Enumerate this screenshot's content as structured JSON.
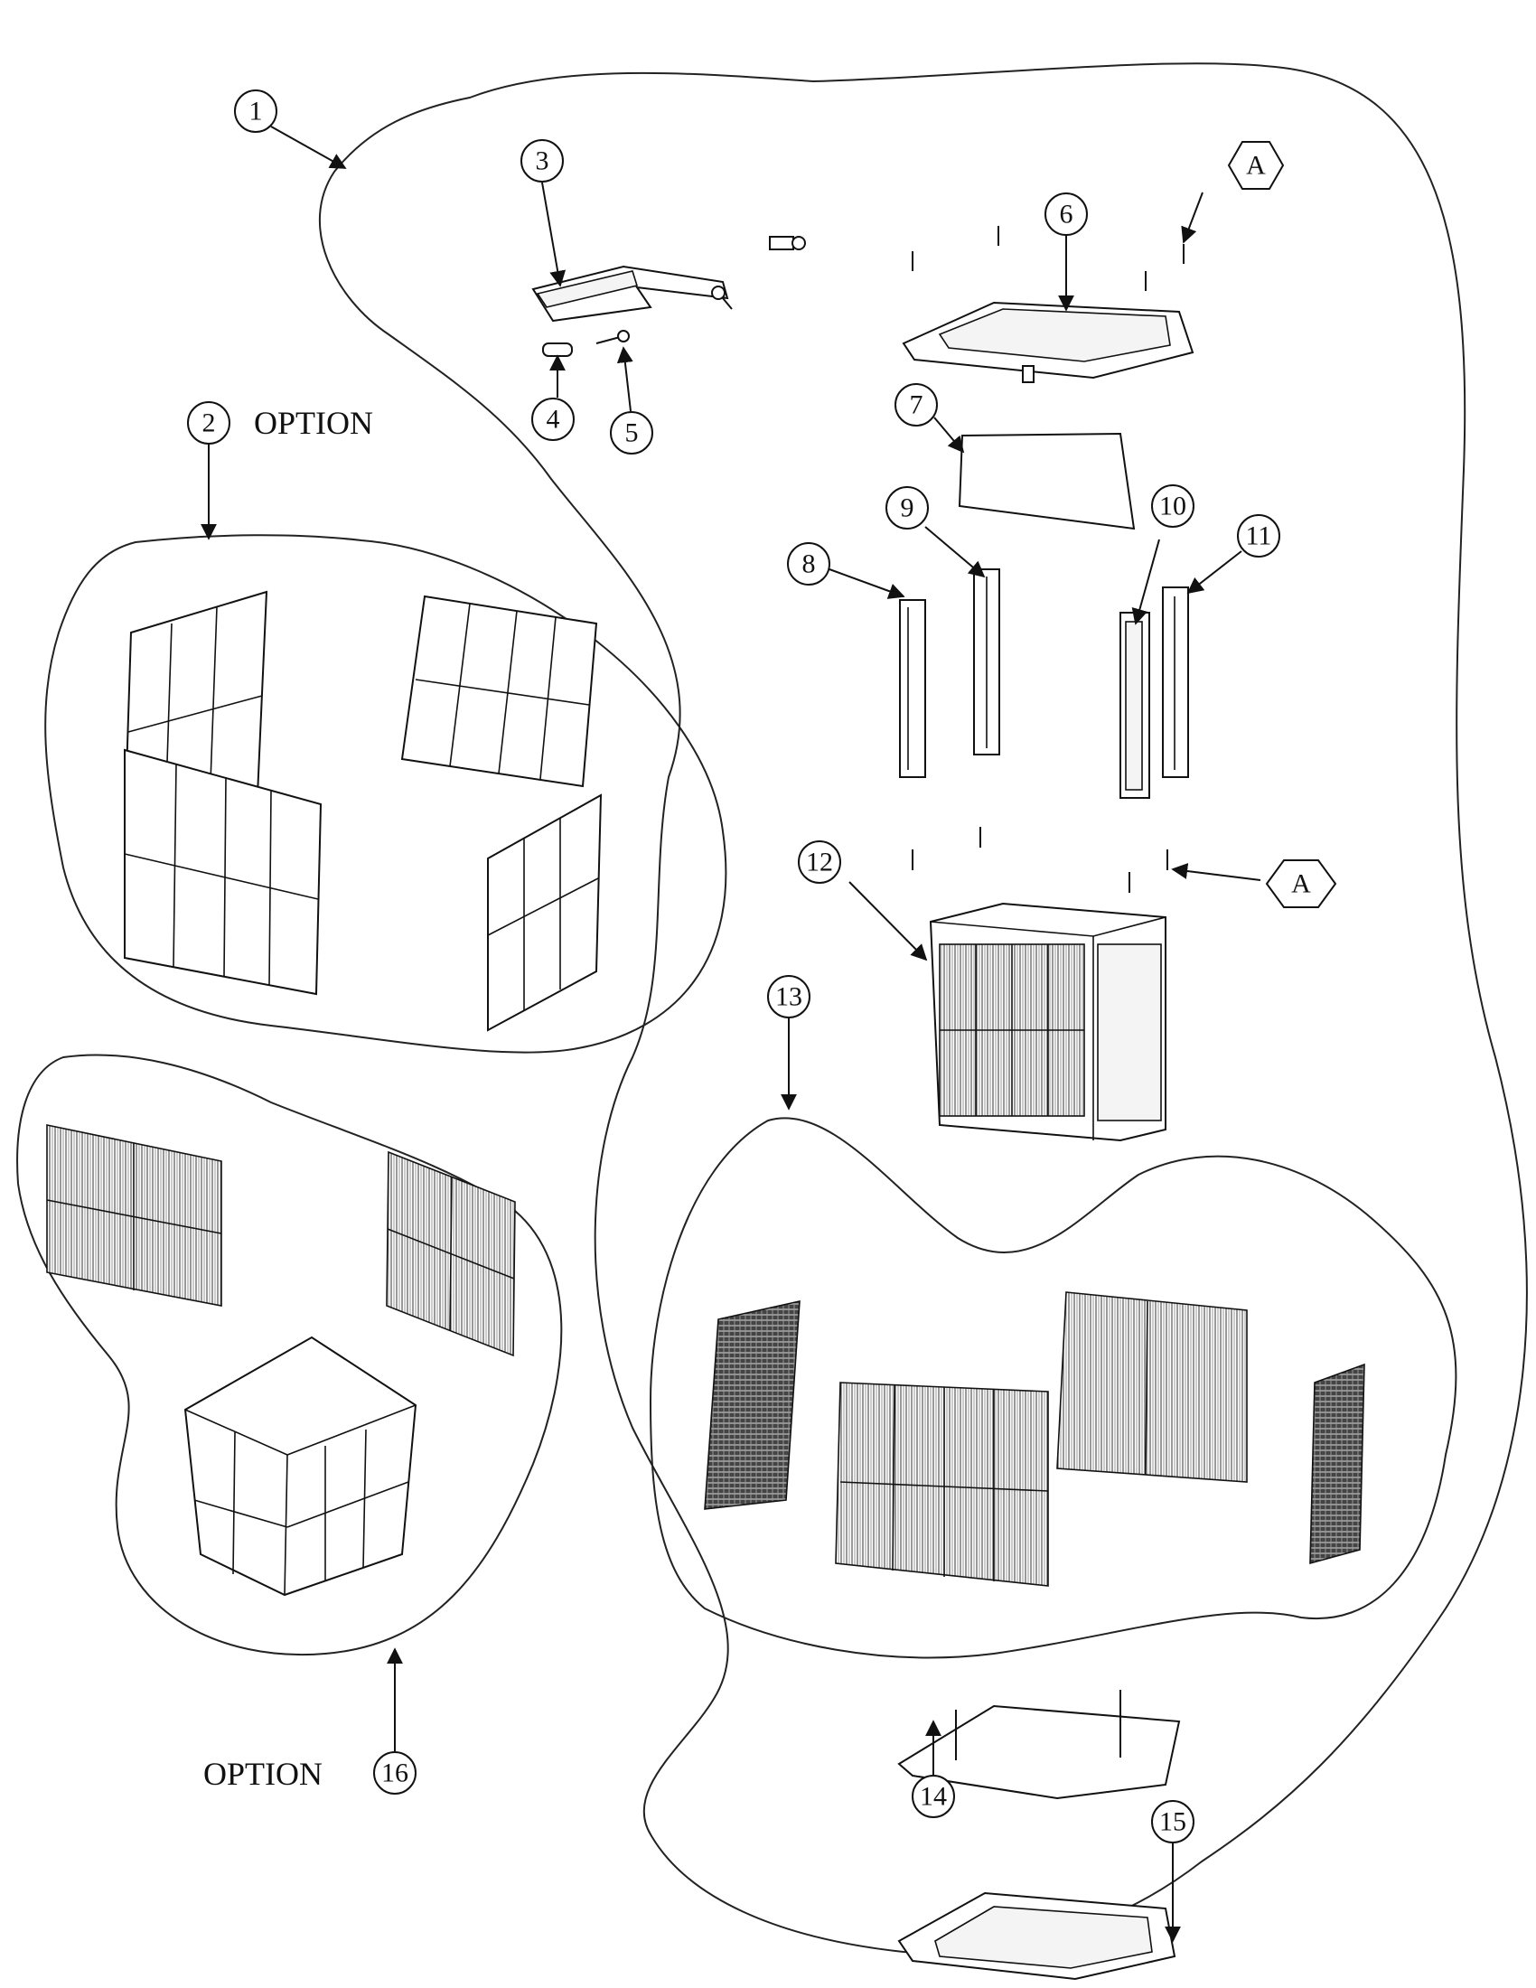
{
  "callouts": [
    {
      "label": "1"
    },
    {
      "label": "2"
    },
    {
      "label": "3"
    },
    {
      "label": "4"
    },
    {
      "label": "5"
    },
    {
      "label": "6"
    },
    {
      "label": "7"
    },
    {
      "label": "8"
    },
    {
      "label": "9"
    },
    {
      "label": "10"
    },
    {
      "label": "11"
    },
    {
      "label": "12"
    },
    {
      "label": "13"
    },
    {
      "label": "14"
    },
    {
      "label": "15"
    },
    {
      "label": "16"
    }
  ],
  "hex_labels": [
    {
      "label": "A"
    },
    {
      "label": "A"
    }
  ],
  "option_texts": [
    {
      "text": "OPTION"
    },
    {
      "text": "OPTION"
    }
  ]
}
